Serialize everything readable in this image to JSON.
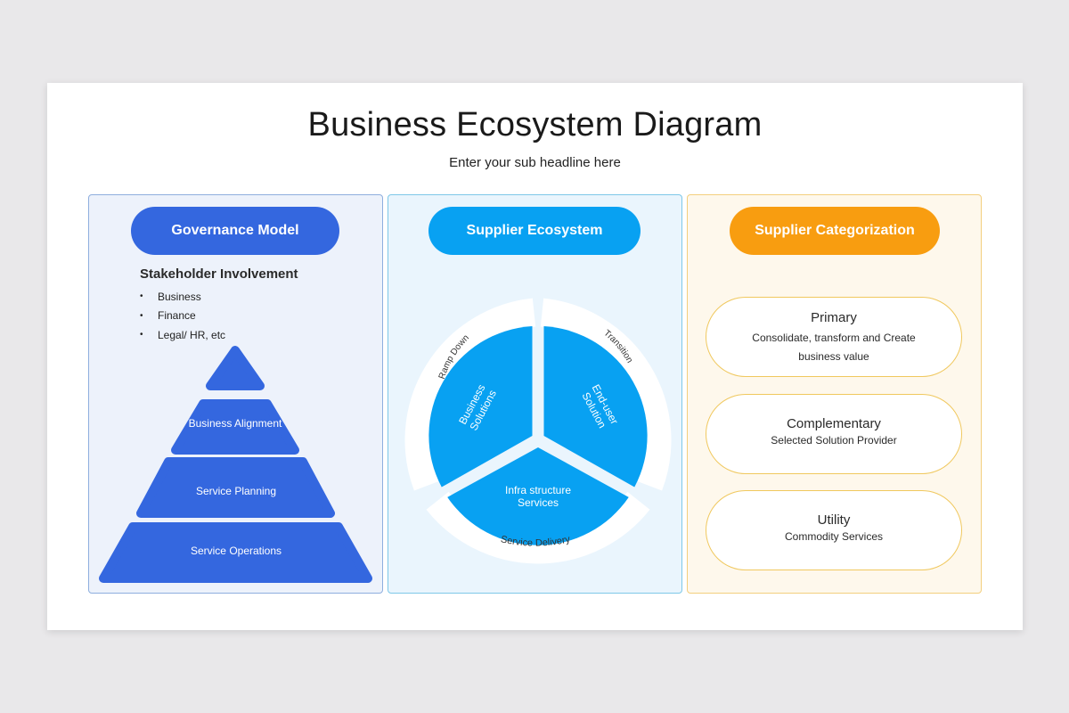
{
  "title": "Business Ecosystem Diagram",
  "subtitle": "Enter your sub headline here",
  "colors": {
    "governance": "#3467df",
    "supplier": "#08a1f2",
    "categorization": "#f89d10"
  },
  "governance": {
    "header": "Governance Model",
    "stakeholder_title": "Stakeholder Involvement",
    "stakeholders": [
      "Business",
      "Finance",
      "Legal/ HR, etc"
    ],
    "pyramid": {
      "level_2": "Business Alignment",
      "level_3": "Service Planning",
      "level_4": "Service Operations"
    }
  },
  "supplier": {
    "header": "Supplier Ecosystem",
    "segments": {
      "business": "Business Solutions",
      "enduser": "End-user Solution",
      "infra": "Infra structure Services"
    },
    "ring": {
      "left": "Ramp Down",
      "right": "Transition",
      "bottom": "Service Delivery"
    }
  },
  "categorization": {
    "header": "Supplier Categorization",
    "cards": [
      {
        "title": "Primary",
        "desc": "Consolidate, transform and Create business value"
      },
      {
        "title": "Complementary",
        "desc": "Selected Solution Provider"
      },
      {
        "title": "Utility",
        "desc": "Commodity Services"
      }
    ]
  }
}
